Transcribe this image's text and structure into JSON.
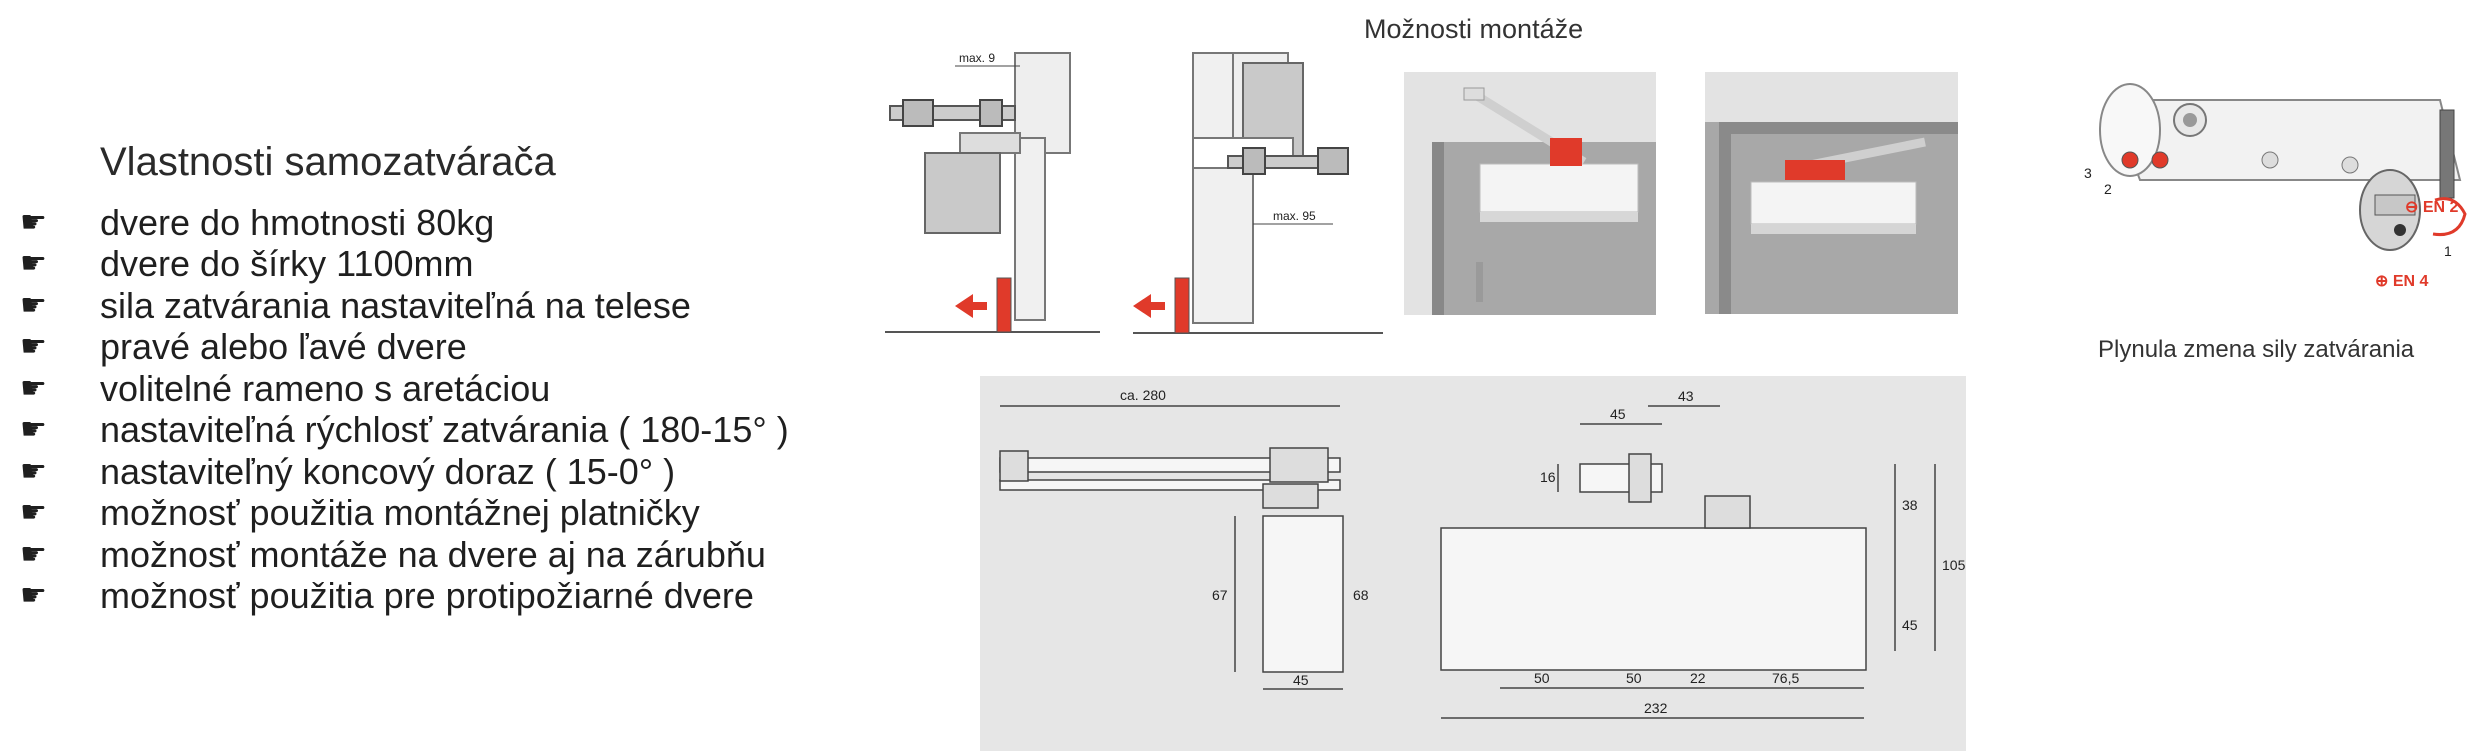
{
  "features": {
    "title": "Vlastnosti samozatvárača",
    "bullet_icon": "pointing-hand-icon",
    "items": [
      "dvere do hmotnosti 80kg",
      "dvere do šírky 1100mm",
      "sila zatvárania nastaviteľná na telese",
      "pravé alebo ľavé dvere",
      "volitelné rameno s aretáciou",
      "nastaviteľná rýchlosť zatvárania ( 180-15° )",
      "nastaviteľný koncový doraz ( 15-0° )",
      "možnosť použitia montážnej platničky",
      "možnosť montáže na dvere aj na zárubňu",
      "možnosť použitia pre protipožiarné dvere"
    ]
  },
  "mounting": {
    "title": "Možnosti montáže",
    "diagram_left_label": "max. 9",
    "diagram_right_label": "max. 95"
  },
  "adjustment": {
    "caption": "Plynula zmena sily zatvárania",
    "label_minus": "⊖ EN 2",
    "label_plus": "⊕ EN 4",
    "part_1": "1",
    "part_2": "2",
    "part_3": "3"
  },
  "dimensions": {
    "side": {
      "arm_length": "ca. 280",
      "body_height": "67",
      "body_height_total": "68",
      "body_depth": "45"
    },
    "front": {
      "arm_top": "43",
      "arm_inner": "45",
      "arm_small": "16",
      "h1": "38",
      "h2": "45",
      "h_total": "105",
      "w1": "50",
      "w2": "50",
      "w3": "22",
      "w4": "76,5",
      "w_total": "232"
    }
  },
  "colors": {
    "accent_red": "#e03a2a",
    "panel_gray": "#e6e6e6",
    "photo_gray": "#bdbdbd"
  }
}
